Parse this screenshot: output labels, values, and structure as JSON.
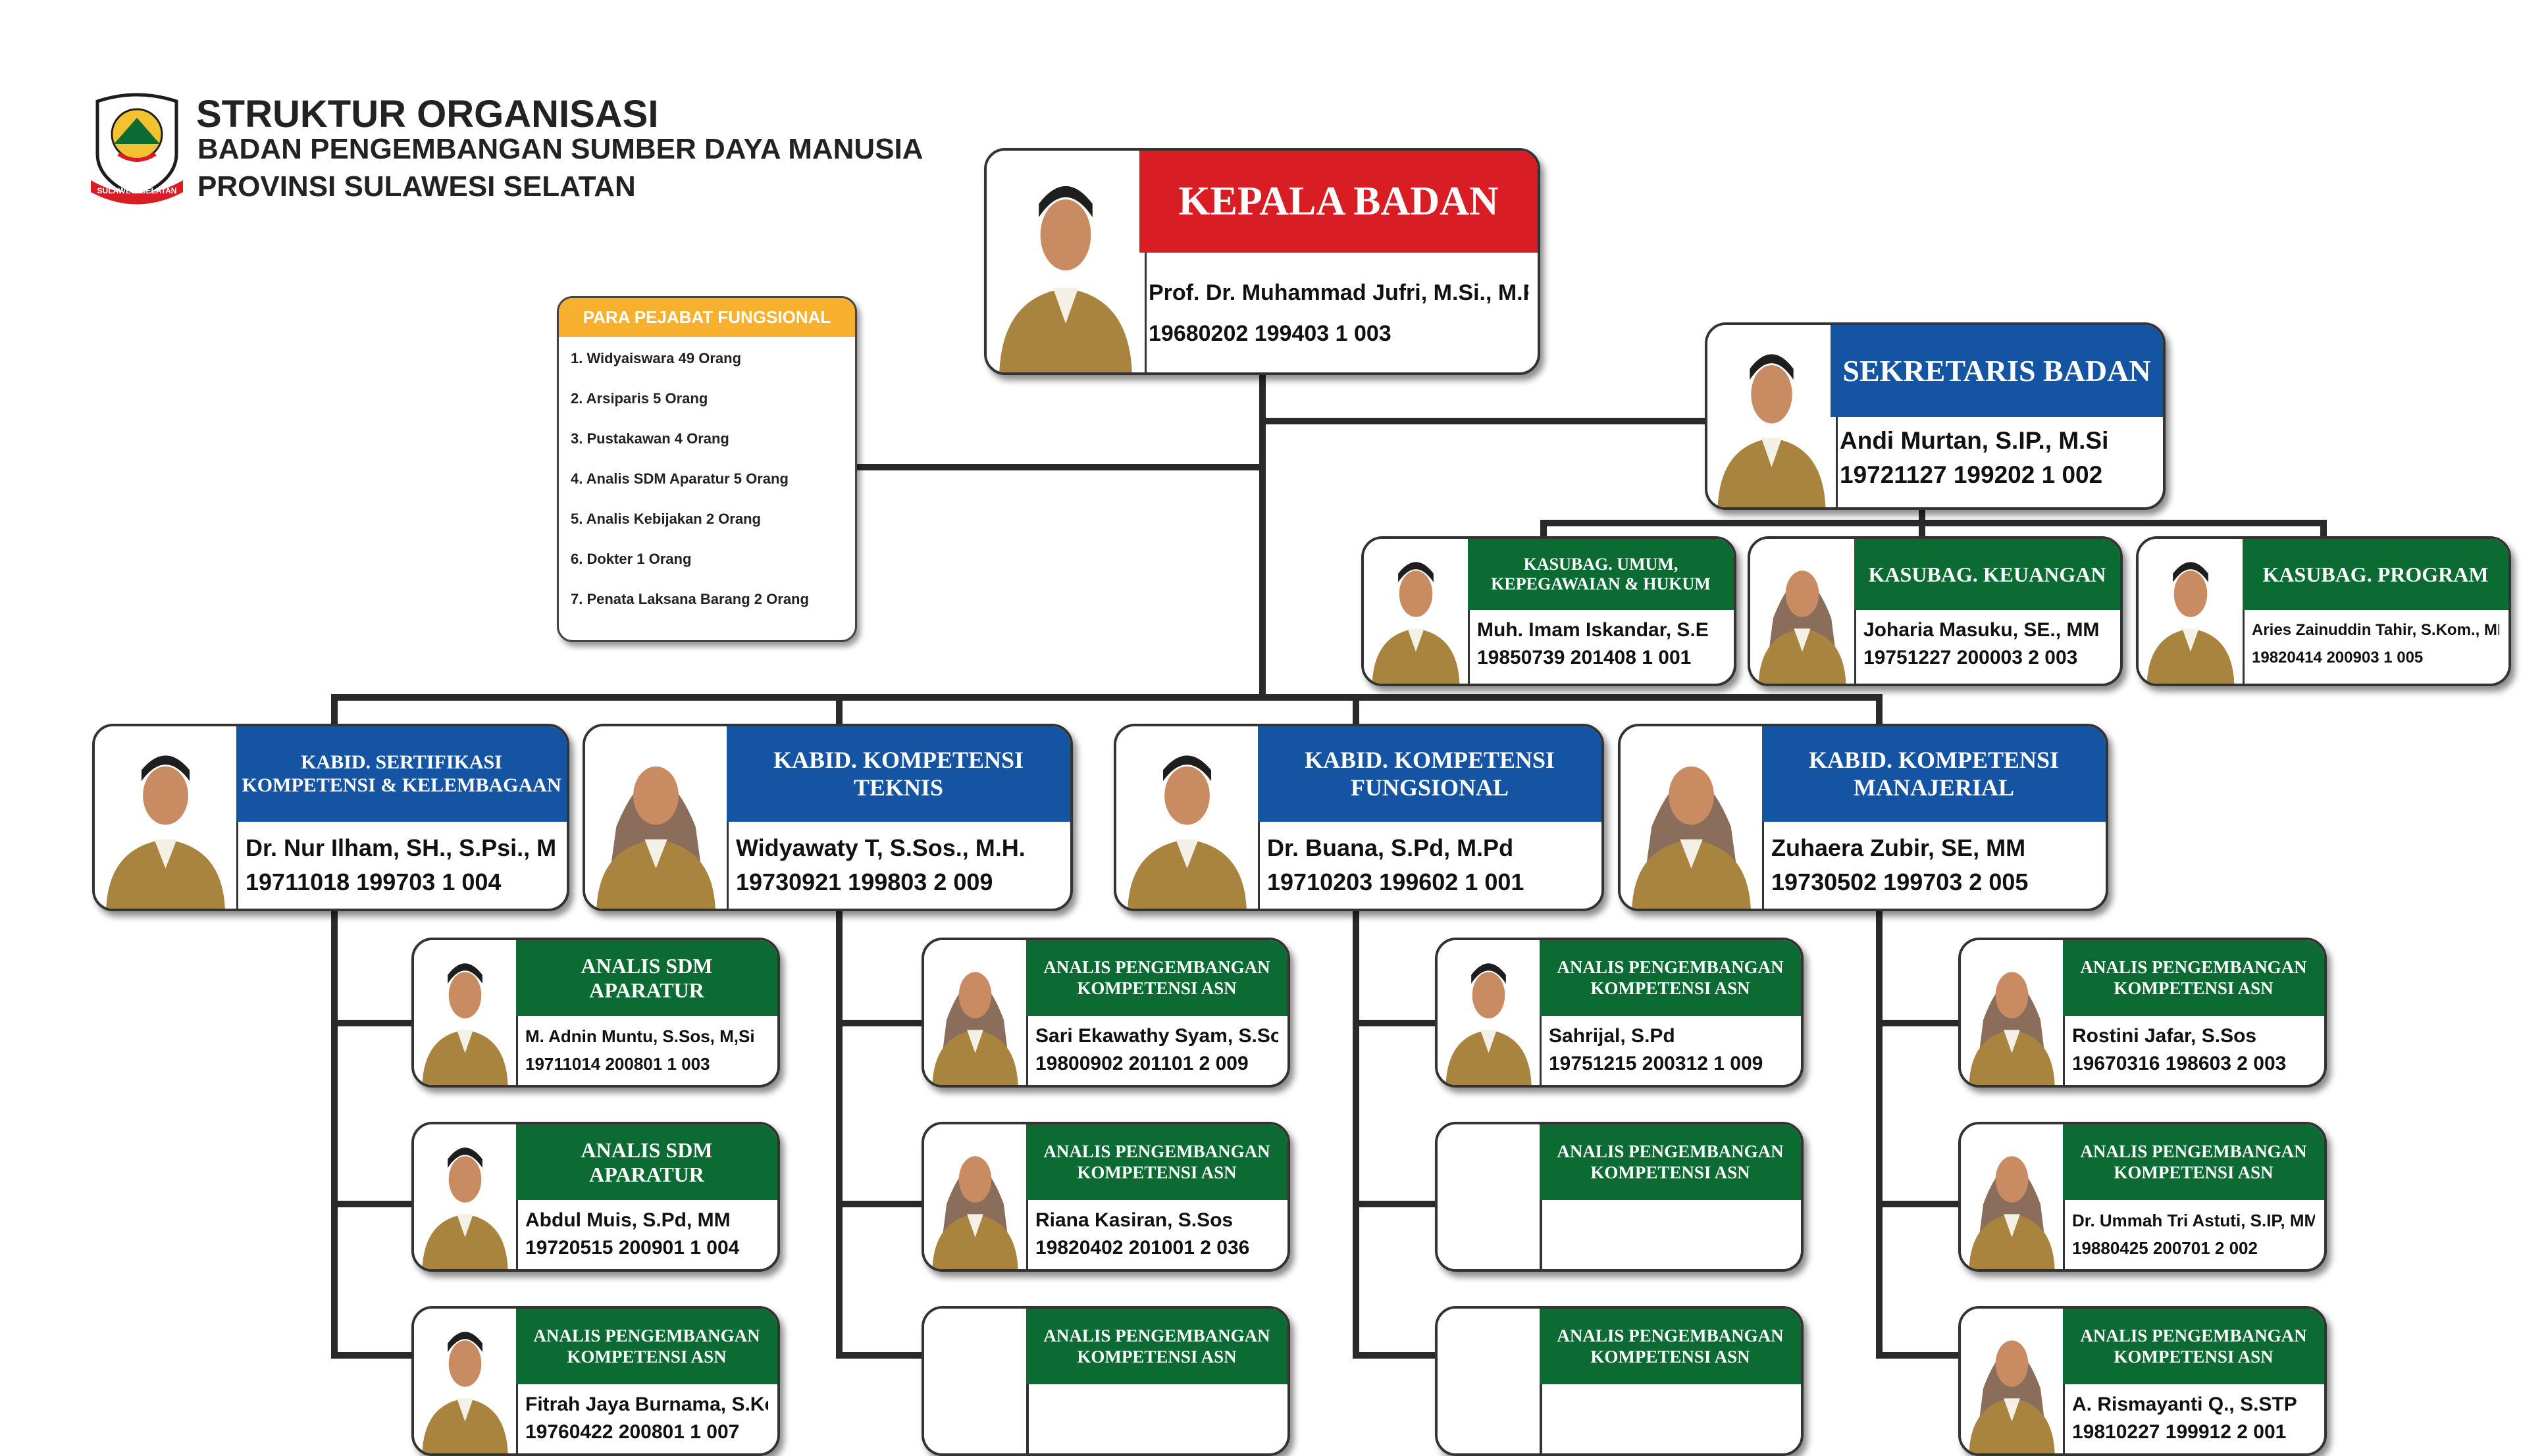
{
  "header": {
    "title": "STRUKTUR ORGANISASI",
    "subtitle1": "BADAN PENGEMBANGAN SUMBER DAYA MANUSIA",
    "subtitle2": "PROVINSI SULAWESI SELATAN",
    "logo_ribbon": "SULAWESI SELATAN"
  },
  "colors": {
    "red": "#d91d24",
    "blue": "#1553a3",
    "green": "#0b6b33",
    "orange": "#f8b12f",
    "uniform": "#a8843e"
  },
  "fungsional": {
    "title": "PARA PEJABAT FUNGSIONAL",
    "items": [
      "1. Widyaiswara 49 Orang",
      "2. Arsiparis 5 Orang",
      "3. Pustakawan 4 Orang",
      "4. Analis SDM Aparatur 5 Orang",
      "5. Analis Kebijakan 2 Orang",
      "6. Dokter 1 Orang",
      "7. Penata Laksana Barang 2 Orang"
    ]
  },
  "kepala": {
    "title": "KEPALA BADAN",
    "name": "Prof. Dr. Muhammad Jufri, M.Si., M.Psi., Psikolog",
    "nip": "19680202 199403 1 003"
  },
  "sekretaris": {
    "title": "SEKRETARIS BADAN",
    "name": "Andi Murtan, S.IP., M.Si",
    "nip": "19721127 199202 1 002"
  },
  "kasubag": [
    {
      "title1": "KASUBAG. UMUM,",
      "title2": "KEPEGAWAIAN & HUKUM",
      "name": "Muh. Imam Iskandar, S.E",
      "nip": "19850739 201408 1 001"
    },
    {
      "title1": "KASUBAG. KEUANGAN",
      "title2": "",
      "name": "Joharia Masuku, SE., MM",
      "nip": "19751227 200003 2 003"
    },
    {
      "title1": "KASUBAG. PROGRAM",
      "title2": "",
      "name": "Aries Zainuddin Tahir, S.Kom., MM",
      "nip": "19820414 200903 1 005"
    }
  ],
  "kabid": [
    {
      "title1": "KABID. SERTIFIKASI",
      "title2": "KOMPETENSI & KELEMBAGAAN",
      "name": "Dr. Nur Ilham, SH., S.Psi., M.Psi",
      "nip": "19711018 199703 1 004"
    },
    {
      "title1": "KABID. KOMPETENSI",
      "title2": "TEKNIS",
      "name": "Widyawaty T, S.Sos., M.H.",
      "nip": "19730921 199803 2 009"
    },
    {
      "title1": "KABID. KOMPETENSI",
      "title2": "FUNGSIONAL",
      "name": "Dr. Buana, S.Pd, M.Pd",
      "nip": "19710203 199602 1 001"
    },
    {
      "title1": "KABID. KOMPETENSI",
      "title2": "MANAJERIAL",
      "name": "Zuhaera Zubir, SE, MM",
      "nip": "19730502 199703 2 005"
    }
  ],
  "staff": [
    [
      {
        "title1": "ANALIS SDM",
        "title2": "APARATUR",
        "name": "M. Adnin Muntu, S.Sos, M,Si",
        "nip": "19711014 200801 1 003"
      },
      {
        "title1": "ANALIS SDM",
        "title2": "APARATUR",
        "name": "Abdul Muis, S.Pd, MM",
        "nip": "19720515 200901 1 004"
      },
      {
        "title1": "ANALIS PENGEMBANGAN",
        "title2": "KOMPETENSI ASN",
        "name": "Fitrah Jaya Burnama, S.Kom",
        "nip": "19760422 200801 1 007"
      }
    ],
    [
      {
        "title1": "ANALIS PENGEMBANGAN",
        "title2": "KOMPETENSI ASN",
        "name": "Sari Ekawathy Syam, S.Sos",
        "nip": "19800902 201101 2 009"
      },
      {
        "title1": "ANALIS PENGEMBANGAN",
        "title2": "KOMPETENSI ASN",
        "name": "Riana Kasiran, S.Sos",
        "nip": "19820402 201001 2 036"
      },
      {
        "title1": "ANALIS PENGEMBANGAN",
        "title2": "KOMPETENSI ASN",
        "name": "",
        "nip": ""
      }
    ],
    [
      {
        "title1": "ANALIS PENGEMBANGAN",
        "title2": "KOMPETENSI ASN",
        "name": "Sahrijal, S.Pd",
        "nip": "19751215 200312 1 009"
      },
      {
        "title1": "ANALIS PENGEMBANGAN",
        "title2": "KOMPETENSI ASN",
        "name": "",
        "nip": ""
      },
      {
        "title1": "ANALIS PENGEMBANGAN",
        "title2": "KOMPETENSI ASN",
        "name": "",
        "nip": ""
      }
    ],
    [
      {
        "title1": "ANALIS PENGEMBANGAN",
        "title2": "KOMPETENSI ASN",
        "name": "Rostini Jafar, S.Sos",
        "nip": "19670316 198603 2 003"
      },
      {
        "title1": "ANALIS PENGEMBANGAN",
        "title2": "KOMPETENSI ASN",
        "name": "Dr. Ummah Tri Astuti, S.IP, MM",
        "nip": "19880425 200701 2 002"
      },
      {
        "title1": "ANALIS PENGEMBANGAN",
        "title2": "KOMPETENSI ASN",
        "name": "A. Rismayanti Q., S.STP",
        "nip": "19810227 199912 2 001"
      }
    ]
  ]
}
